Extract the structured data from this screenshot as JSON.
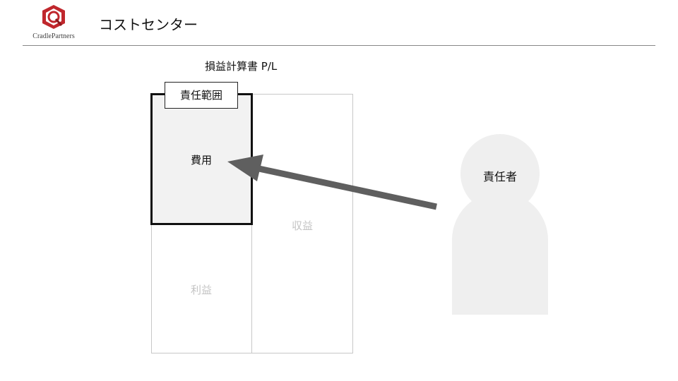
{
  "header": {
    "logo_text": "CradlePartners",
    "title": "コストセンター"
  },
  "diagram": {
    "pl_title": "損益計算書  P/L",
    "scope_label": "責任範囲",
    "cost_label": "費用",
    "revenue_label": "収益",
    "profit_label": "利益",
    "person_label": "責任者"
  },
  "colors": {
    "logo_red": "#c0272d",
    "arrow": "#5f5f5f",
    "person": "#efefef",
    "cost_fill": "#f2f2f2",
    "muted_text": "#c4c4c4"
  }
}
